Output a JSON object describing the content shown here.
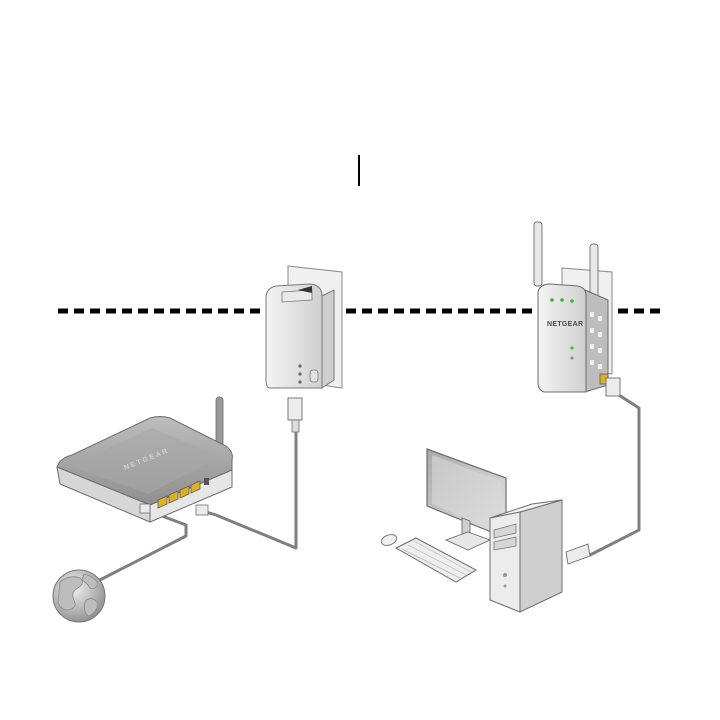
{
  "diagram": {
    "extender_brand": "NETGEAR",
    "router_brand": "NETGEAR",
    "colors": {
      "background": "#ffffff",
      "cable": "#7f7f7f",
      "device_body": "#dcdcdc",
      "device_edge": "#8a8a8a",
      "router_ports": "#e0b020",
      "led_green": "#3fae3f",
      "wall_line": "#000000"
    },
    "devices": [
      {
        "id": "internet",
        "icon": "globe-icon"
      },
      {
        "id": "router",
        "icon": "router-icon"
      },
      {
        "id": "powerline-adapter",
        "icon": "powerline-adapter-icon"
      },
      {
        "id": "wifi-extender",
        "icon": "wifi-extender-icon"
      },
      {
        "id": "desktop-computer",
        "icon": "desktop-computer-icon"
      }
    ]
  }
}
